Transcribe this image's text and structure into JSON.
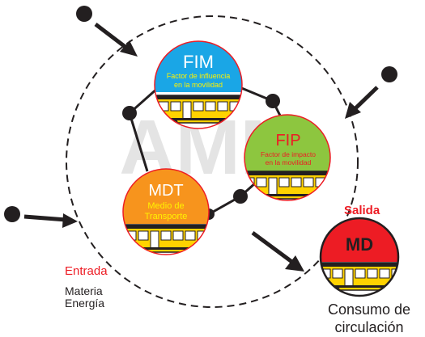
{
  "watermark": "AMM",
  "nodes": {
    "fim": {
      "abbr": "FIM",
      "line1": "Factor de influencia",
      "line2": "en la movilidad",
      "top_color": "#1aa6e6",
      "abbr_color": "#ffffff",
      "sub_color": "#fff200"
    },
    "fip": {
      "abbr": "FIP",
      "line1": "Factor de impacto",
      "line2": "en la movilidad",
      "top_color": "#8dc63f",
      "abbr_color": "#ed1c24",
      "sub_color": "#ed1c24"
    },
    "mdt": {
      "abbr": "MDT",
      "line1": "Medio de",
      "line2": "Transporte",
      "top_color": "#f7941d",
      "abbr_color": "#ffffff",
      "sub_color": "#fff200"
    },
    "md": {
      "abbr": "MD",
      "top_color": "#ed1c24",
      "abbr_color": "#231f20"
    }
  },
  "labels": {
    "entrada": "Entrada",
    "materia": "Materia",
    "energia": "Energía",
    "salida": "Salida",
    "consumo_line1": "Consumo de",
    "consumo_line2": "circulación"
  },
  "colors": {
    "accent_red": "#ed1c24",
    "bus_yellow": "#ffd200",
    "dark": "#231f20"
  },
  "icons": [
    "bus-icon",
    "arrow-icon"
  ]
}
